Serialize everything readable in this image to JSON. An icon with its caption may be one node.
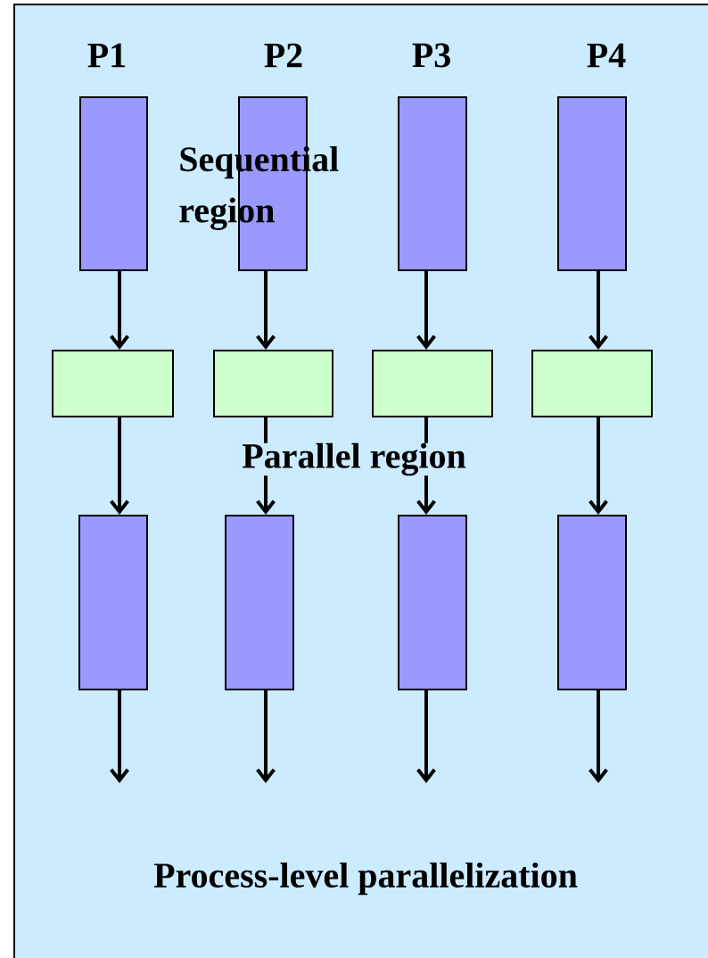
{
  "diagram": {
    "nodes": [
      {
        "text": [],
        "shape": "box",
        "beside": [
          "P1"
        ]
      },
      {
        "text": [],
        "shape": "box",
        "beside": [
          "P2"
        ]
      },
      {
        "text": [],
        "shape": "box",
        "beside": [
          "P3"
        ]
      },
      {
        "text": [],
        "shape": "box",
        "beside": [
          "P4"
        ]
      },
      {
        "text": [],
        "shape": "box"
      },
      {
        "text": [],
        "shape": "box"
      },
      {
        "text": [],
        "shape": "box"
      },
      {
        "text": [],
        "shape": "box"
      },
      {
        "text": [],
        "shape": "box"
      },
      {
        "text": [],
        "shape": "box"
      },
      {
        "text": [],
        "shape": "box"
      },
      {
        "text": [],
        "shape": "box"
      }
    ],
    "edges": [
      {
        "from": 0,
        "to": 4,
        "arrow": "to"
      },
      {
        "from": 4,
        "to": 8,
        "arrow": "to"
      },
      {
        "from": 8,
        "to": null,
        "arrow": "to"
      },
      {
        "from": 1,
        "to": 5,
        "arrow": "to"
      },
      {
        "from": 5,
        "to": 9,
        "arrow": "to"
      },
      {
        "from": 9,
        "to": null,
        "arrow": "to"
      },
      {
        "from": 2,
        "to": 6,
        "arrow": "to"
      },
      {
        "from": 6,
        "to": 10,
        "arrow": "to"
      },
      {
        "from": 10,
        "to": null,
        "arrow": "to"
      },
      {
        "from": 3,
        "to": 7,
        "arrow": "to"
      },
      {
        "from": 7,
        "to": 11,
        "arrow": "to"
      },
      {
        "from": 11,
        "to": null,
        "arrow": "to"
      }
    ],
    "labels": [
      "Sequential region",
      "Parallel region",
      "Process-level parallelization"
    ]
  }
}
